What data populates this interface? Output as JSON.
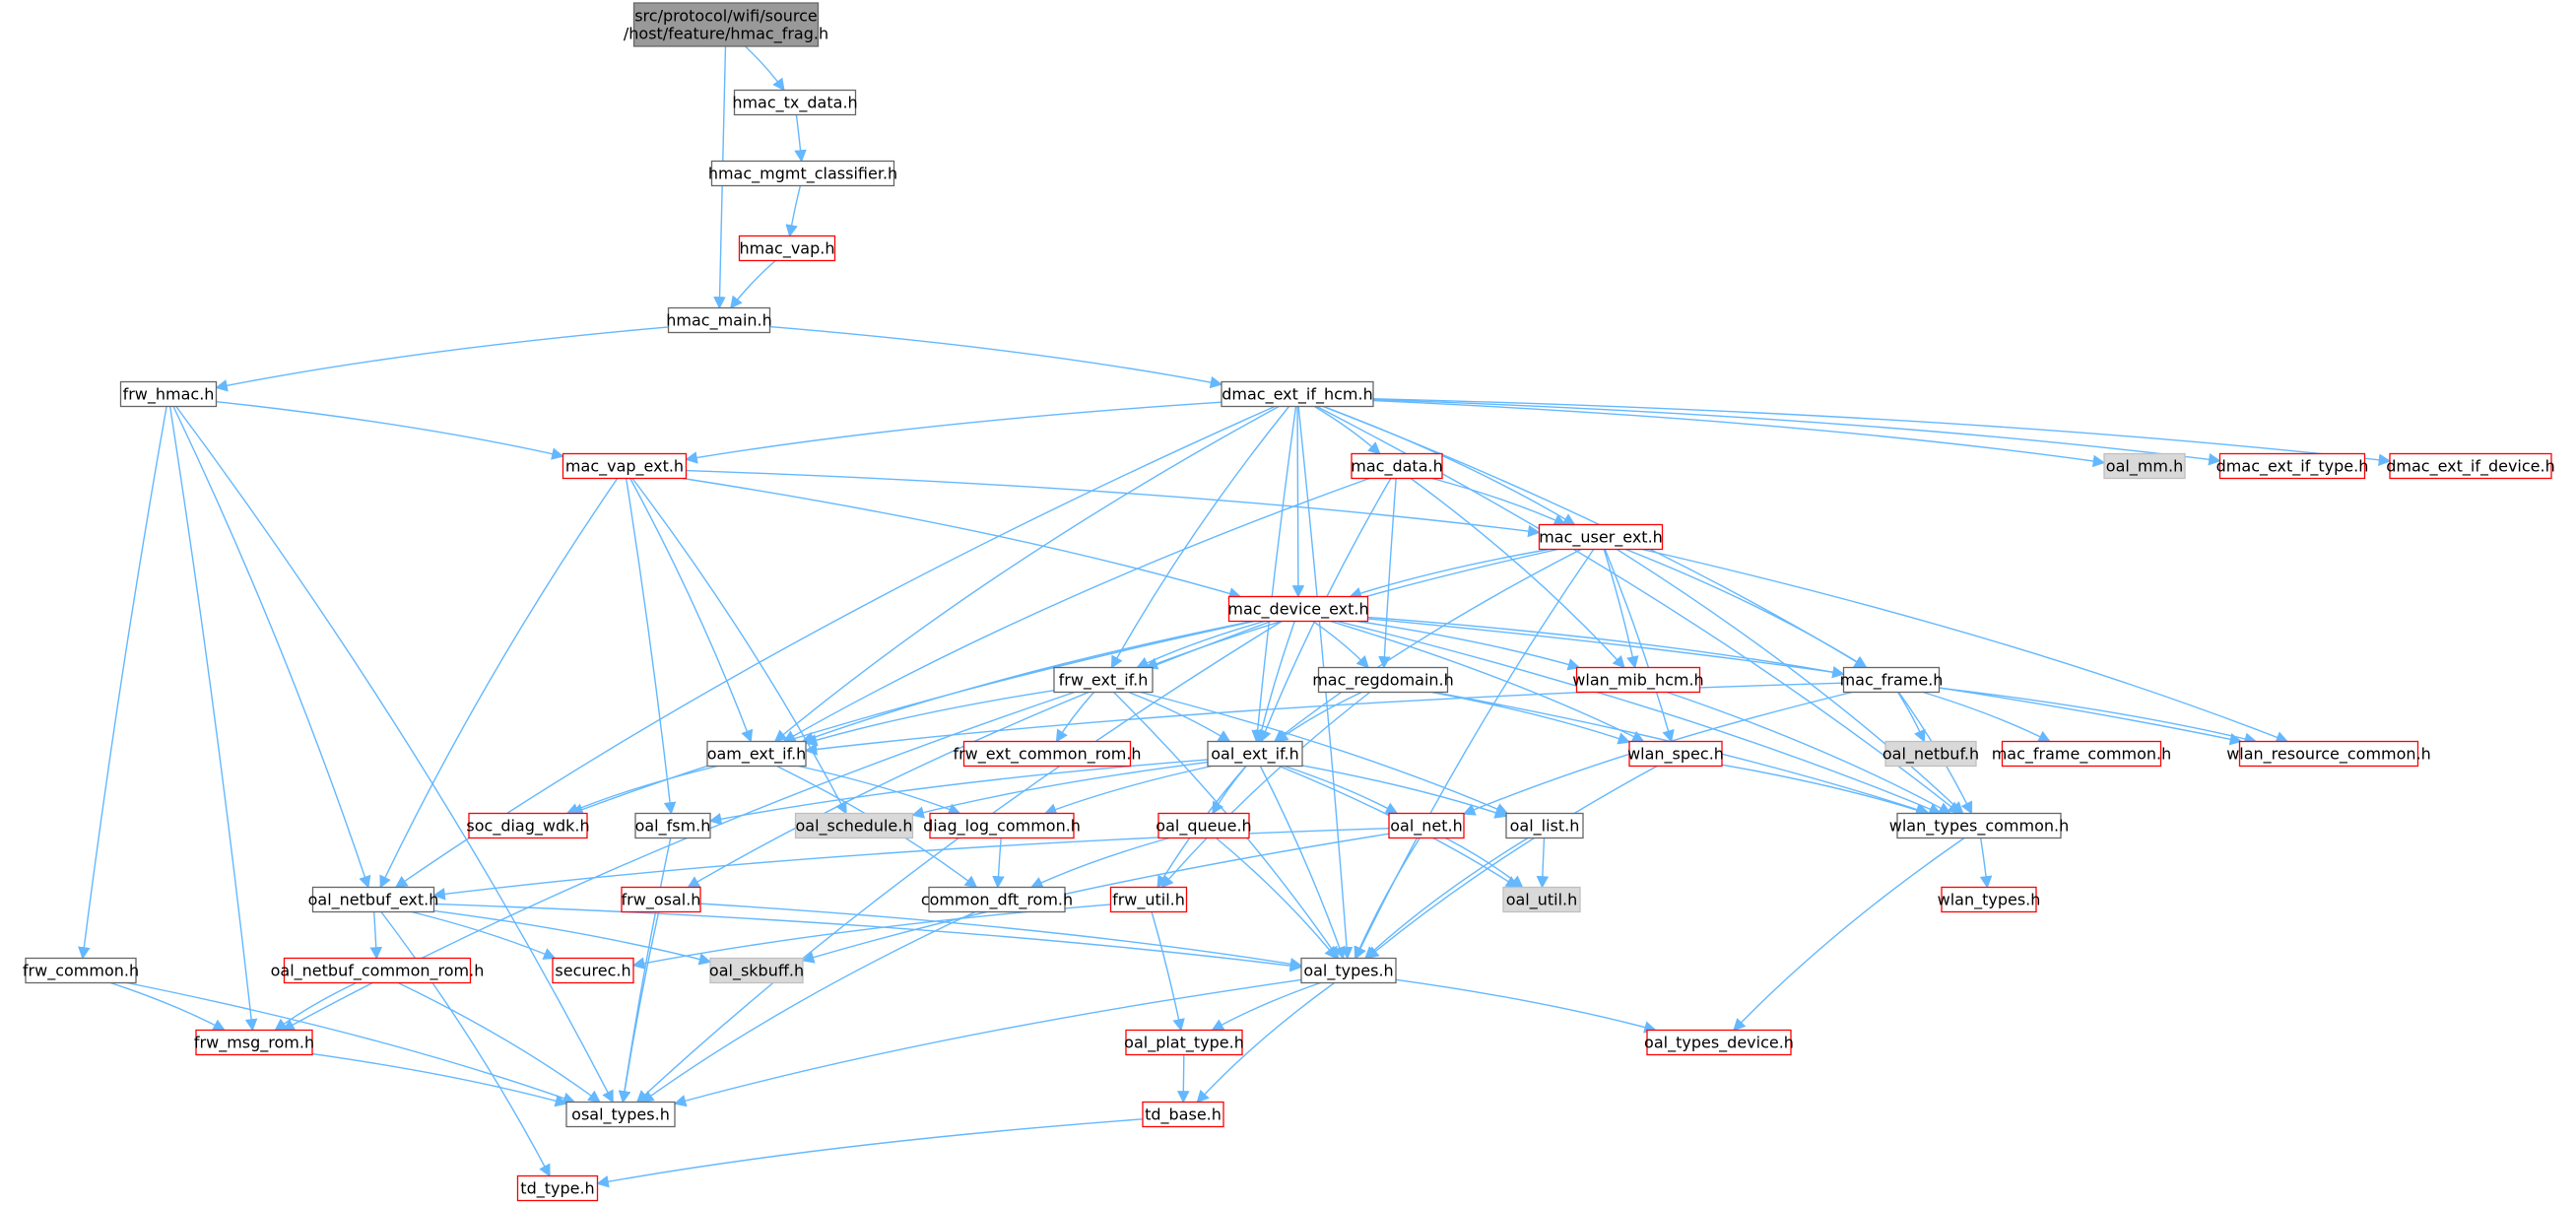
{
  "colors": {
    "edge": "#63b8ff",
    "border_black": "#666666",
    "border_red": "#ff0000",
    "fill_white": "#ffffff",
    "fill_grey": "#d9d9d9",
    "fill_root": "#999999",
    "text": "#000000"
  },
  "nodes": [
    {
      "id": "root",
      "lines": [
        "src/protocol/wifi/source",
        "/host/feature/hmac_frag.h"
      ],
      "style": "root"
    },
    {
      "id": "hmac_tx_data",
      "lines": [
        "hmac_tx_data.h"
      ],
      "style": "black"
    },
    {
      "id": "hmac_mgmt_classifier",
      "lines": [
        "hmac_mgmt_classifier.h"
      ],
      "style": "black"
    },
    {
      "id": "hmac_vap",
      "lines": [
        "hmac_vap.h"
      ],
      "style": "red"
    },
    {
      "id": "hmac_main",
      "lines": [
        "hmac_main.h"
      ],
      "style": "black"
    },
    {
      "id": "frw_hmac",
      "lines": [
        "frw_hmac.h"
      ],
      "style": "black"
    },
    {
      "id": "dmac_ext_if_hcm",
      "lines": [
        "dmac_ext_if_hcm.h"
      ],
      "style": "black"
    },
    {
      "id": "mac_vap_ext",
      "lines": [
        "mac_vap_ext.h"
      ],
      "style": "red"
    },
    {
      "id": "mac_data",
      "lines": [
        "mac_data.h"
      ],
      "style": "red"
    },
    {
      "id": "oal_mm",
      "lines": [
        "oal_mm.h"
      ],
      "style": "grey"
    },
    {
      "id": "dmac_ext_if_type",
      "lines": [
        "dmac_ext_if_type.h"
      ],
      "style": "red"
    },
    {
      "id": "dmac_ext_if_device",
      "lines": [
        "dmac_ext_if_device.h"
      ],
      "style": "red"
    },
    {
      "id": "mac_user_ext",
      "lines": [
        "mac_user_ext.h"
      ],
      "style": "red"
    },
    {
      "id": "mac_device_ext",
      "lines": [
        "mac_device_ext.h"
      ],
      "style": "red"
    },
    {
      "id": "frw_ext_if",
      "lines": [
        "frw_ext_if.h"
      ],
      "style": "black"
    },
    {
      "id": "mac_regdomain",
      "lines": [
        "mac_regdomain.h"
      ],
      "style": "black"
    },
    {
      "id": "wlan_mib_hcm",
      "lines": [
        "wlan_mib_hcm.h"
      ],
      "style": "red"
    },
    {
      "id": "mac_frame",
      "lines": [
        "mac_frame.h"
      ],
      "style": "black"
    },
    {
      "id": "oam_ext_if",
      "lines": [
        "oam_ext_if.h"
      ],
      "style": "black"
    },
    {
      "id": "frw_ext_common_rom",
      "lines": [
        "frw_ext_common_rom.h"
      ],
      "style": "red"
    },
    {
      "id": "oal_ext_if",
      "lines": [
        "oal_ext_if.h"
      ],
      "style": "black"
    },
    {
      "id": "wlan_spec",
      "lines": [
        "wlan_spec.h"
      ],
      "style": "red"
    },
    {
      "id": "oal_netbuf",
      "lines": [
        "oal_netbuf.h"
      ],
      "style": "grey"
    },
    {
      "id": "mac_frame_common",
      "lines": [
        "mac_frame_common.h"
      ],
      "style": "red"
    },
    {
      "id": "wlan_resource_common",
      "lines": [
        "wlan_resource_common.h"
      ],
      "style": "red"
    },
    {
      "id": "soc_diag_wdk",
      "lines": [
        "soc_diag_wdk.h"
      ],
      "style": "red"
    },
    {
      "id": "oal_fsm",
      "lines": [
        "oal_fsm.h"
      ],
      "style": "black"
    },
    {
      "id": "oal_schedule",
      "lines": [
        "oal_schedule.h"
      ],
      "style": "grey"
    },
    {
      "id": "diag_log_common",
      "lines": [
        "diag_log_common.h"
      ],
      "style": "red"
    },
    {
      "id": "oal_queue",
      "lines": [
        "oal_queue.h"
      ],
      "style": "red"
    },
    {
      "id": "oal_net",
      "lines": [
        "oal_net.h"
      ],
      "style": "red"
    },
    {
      "id": "oal_list",
      "lines": [
        "oal_list.h"
      ],
      "style": "black"
    },
    {
      "id": "wlan_types_common",
      "lines": [
        "wlan_types_common.h"
      ],
      "style": "black"
    },
    {
      "id": "frw_osal",
      "lines": [
        "frw_osal.h"
      ],
      "style": "red"
    },
    {
      "id": "common_dft_rom",
      "lines": [
        "common_dft_rom.h"
      ],
      "style": "black"
    },
    {
      "id": "frw_util",
      "lines": [
        "frw_util.h"
      ],
      "style": "red"
    },
    {
      "id": "oal_util",
      "lines": [
        "oal_util.h"
      ],
      "style": "grey"
    },
    {
      "id": "wlan_types",
      "lines": [
        "wlan_types.h"
      ],
      "style": "red"
    },
    {
      "id": "oal_netbuf_ext",
      "lines": [
        "oal_netbuf_ext.h"
      ],
      "style": "black"
    },
    {
      "id": "frw_common",
      "lines": [
        "frw_common.h"
      ],
      "style": "black"
    },
    {
      "id": "oal_netbuf_common_rom",
      "lines": [
        "oal_netbuf_common_rom.h"
      ],
      "style": "red"
    },
    {
      "id": "securec",
      "lines": [
        "securec.h"
      ],
      "style": "red"
    },
    {
      "id": "oal_skbuff",
      "lines": [
        "oal_skbuff.h"
      ],
      "style": "grey"
    },
    {
      "id": "oal_types",
      "lines": [
        "oal_types.h"
      ],
      "style": "black"
    },
    {
      "id": "frw_msg_rom",
      "lines": [
        "frw_msg_rom.h"
      ],
      "style": "red"
    },
    {
      "id": "oal_plat_type",
      "lines": [
        "oal_plat_type.h"
      ],
      "style": "red"
    },
    {
      "id": "oal_types_device",
      "lines": [
        "oal_types_device.h"
      ],
      "style": "red"
    },
    {
      "id": "osal_types",
      "lines": [
        "osal_types.h"
      ],
      "style": "black"
    },
    {
      "id": "td_base",
      "lines": [
        "td_base.h"
      ],
      "style": "red"
    },
    {
      "id": "td_type",
      "lines": [
        "td_type.h"
      ],
      "style": "red"
    }
  ],
  "edges": [
    [
      "root",
      "hmac_tx_data"
    ],
    [
      "root",
      "hmac_main"
    ],
    [
      "hmac_tx_data",
      "hmac_mgmt_classifier"
    ],
    [
      "hmac_mgmt_classifier",
      "hmac_vap"
    ],
    [
      "hmac_vap",
      "hmac_main"
    ],
    [
      "hmac_main",
      "frw_hmac"
    ],
    [
      "hmac_main",
      "dmac_ext_if_hcm"
    ],
    [
      "frw_hmac",
      "mac_vap_ext"
    ],
    [
      "frw_hmac",
      "frw_common"
    ],
    [
      "frw_hmac",
      "oal_netbuf_ext"
    ],
    [
      "frw_hmac",
      "frw_msg_rom"
    ],
    [
      "frw_hmac",
      "osal_types"
    ],
    [
      "dmac_ext_if_hcm",
      "mac_vap_ext"
    ],
    [
      "dmac_ext_if_hcm",
      "mac_data"
    ],
    [
      "dmac_ext_if_hcm",
      "oal_mm"
    ],
    [
      "dmac_ext_if_hcm",
      "dmac_ext_if_type"
    ],
    [
      "dmac_ext_if_hcm",
      "dmac_ext_if_device"
    ],
    [
      "dmac_ext_if_hcm",
      "mac_user_ext"
    ],
    [
      "dmac_ext_if_hcm",
      "mac_device_ext"
    ],
    [
      "dmac_ext_if_hcm",
      "frw_ext_if"
    ],
    [
      "dmac_ext_if_hcm",
      "oam_ext_if"
    ],
    [
      "dmac_ext_if_hcm",
      "oal_ext_if"
    ],
    [
      "dmac_ext_if_hcm",
      "mac_frame"
    ],
    [
      "dmac_ext_if_hcm",
      "wlan_types_common"
    ],
    [
      "dmac_ext_if_hcm",
      "oal_netbuf_ext"
    ],
    [
      "dmac_ext_if_hcm",
      "oal_types"
    ],
    [
      "mac_vap_ext",
      "mac_user_ext"
    ],
    [
      "mac_vap_ext",
      "mac_device_ext"
    ],
    [
      "mac_vap_ext",
      "oam_ext_if"
    ],
    [
      "mac_vap_ext",
      "oal_fsm"
    ],
    [
      "mac_vap_ext",
      "oal_schedule"
    ],
    [
      "mac_vap_ext",
      "oal_netbuf_ext"
    ],
    [
      "mac_data",
      "mac_user_ext"
    ],
    [
      "mac_data",
      "mac_regdomain"
    ],
    [
      "mac_data",
      "wlan_mib_hcm"
    ],
    [
      "mac_data",
      "oal_ext_if"
    ],
    [
      "mac_data",
      "oam_ext_if"
    ],
    [
      "mac_user_ext",
      "mac_device_ext"
    ],
    [
      "mac_user_ext",
      "frw_ext_if"
    ],
    [
      "mac_user_ext",
      "wlan_mib_hcm"
    ],
    [
      "mac_user_ext",
      "mac_frame"
    ],
    [
      "mac_user_ext",
      "oal_ext_if"
    ],
    [
      "mac_user_ext",
      "wlan_spec"
    ],
    [
      "mac_user_ext",
      "wlan_resource_common"
    ],
    [
      "mac_user_ext",
      "wlan_types_common"
    ],
    [
      "mac_user_ext",
      "oal_types"
    ],
    [
      "mac_device_ext",
      "frw_ext_if"
    ],
    [
      "mac_device_ext",
      "mac_regdomain"
    ],
    [
      "mac_device_ext",
      "wlan_mib_hcm"
    ],
    [
      "mac_device_ext",
      "mac_frame"
    ],
    [
      "mac_device_ext",
      "oam_ext_if"
    ],
    [
      "mac_device_ext",
      "oal_ext_if"
    ],
    [
      "mac_device_ext",
      "wlan_spec"
    ],
    [
      "mac_device_ext",
      "wlan_resource_common"
    ],
    [
      "mac_device_ext",
      "wlan_types_common"
    ],
    [
      "mac_device_ext",
      "soc_diag_wdk"
    ],
    [
      "mac_device_ext",
      "frw_osal"
    ],
    [
      "mac_device_ext",
      "osal_types"
    ],
    [
      "frw_ext_if",
      "oam_ext_if"
    ],
    [
      "frw_ext_if",
      "frw_ext_common_rom"
    ],
    [
      "frw_ext_if",
      "oal_ext_if"
    ],
    [
      "frw_ext_if",
      "frw_msg_rom"
    ],
    [
      "frw_ext_if",
      "oal_list"
    ],
    [
      "frw_ext_if",
      "oal_types"
    ],
    [
      "mac_regdomain",
      "oal_ext_if"
    ],
    [
      "mac_regdomain",
      "wlan_spec"
    ],
    [
      "mac_regdomain",
      "wlan_types_common"
    ],
    [
      "mac_regdomain",
      "frw_util"
    ],
    [
      "wlan_mib_hcm",
      "wlan_types_common"
    ],
    [
      "mac_frame",
      "oal_netbuf"
    ],
    [
      "mac_frame",
      "mac_frame_common"
    ],
    [
      "mac_frame",
      "wlan_resource_common"
    ],
    [
      "mac_frame",
      "wlan_types_common"
    ],
    [
      "mac_frame",
      "oal_net"
    ],
    [
      "mac_frame",
      "oam_ext_if"
    ],
    [
      "oam_ext_if",
      "soc_diag_wdk"
    ],
    [
      "oam_ext_if",
      "diag_log_common"
    ],
    [
      "oam_ext_if",
      "common_dft_rom"
    ],
    [
      "oal_ext_if",
      "oal_fsm"
    ],
    [
      "oal_ext_if",
      "oal_schedule"
    ],
    [
      "oal_ext_if",
      "diag_log_common"
    ],
    [
      "oal_ext_if",
      "oal_queue"
    ],
    [
      "oal_ext_if",
      "oal_net"
    ],
    [
      "oal_ext_if",
      "oal_list"
    ],
    [
      "oal_ext_if",
      "oal_util"
    ],
    [
      "oal_ext_if",
      "frw_util"
    ],
    [
      "oal_ext_if",
      "oal_types"
    ],
    [
      "wlan_spec",
      "wlan_types_common"
    ],
    [
      "wlan_spec",
      "oal_types"
    ],
    [
      "oal_fsm",
      "osal_types"
    ],
    [
      "diag_log_common",
      "common_dft_rom"
    ],
    [
      "oal_queue",
      "common_dft_rom"
    ],
    [
      "oal_queue",
      "oal_types"
    ],
    [
      "oal_net",
      "oal_util"
    ],
    [
      "oal_net",
      "oal_types"
    ],
    [
      "oal_net",
      "oal_netbuf_ext"
    ],
    [
      "oal_net",
      "oal_skbuff"
    ],
    [
      "oal_list",
      "oal_util"
    ],
    [
      "oal_list",
      "oal_types"
    ],
    [
      "wlan_types_common",
      "wlan_types"
    ],
    [
      "wlan_types_common",
      "oal_types_device"
    ],
    [
      "frw_osal",
      "oal_types"
    ],
    [
      "frw_osal",
      "osal_types"
    ],
    [
      "common_dft_rom",
      "osal_types"
    ],
    [
      "frw_util",
      "oal_plat_type"
    ],
    [
      "frw_util",
      "securec"
    ],
    [
      "oal_netbuf_ext",
      "oal_netbuf_common_rom"
    ],
    [
      "oal_netbuf_ext",
      "securec"
    ],
    [
      "oal_netbuf_ext",
      "oal_skbuff"
    ],
    [
      "oal_netbuf_ext",
      "oal_types"
    ],
    [
      "oal_netbuf_ext",
      "td_type"
    ],
    [
      "frw_common",
      "frw_msg_rom"
    ],
    [
      "frw_common",
      "osal_types"
    ],
    [
      "oal_netbuf_common_rom",
      "frw_msg_rom"
    ],
    [
      "oal_netbuf_common_rom",
      "osal_types"
    ],
    [
      "oal_types",
      "oal_plat_type"
    ],
    [
      "oal_types",
      "oal_types_device"
    ],
    [
      "oal_types",
      "osal_types"
    ],
    [
      "oal_types",
      "td_base"
    ],
    [
      "frw_msg_rom",
      "osal_types"
    ],
    [
      "oal_plat_type",
      "td_base"
    ],
    [
      "td_base",
      "td_type"
    ]
  ]
}
